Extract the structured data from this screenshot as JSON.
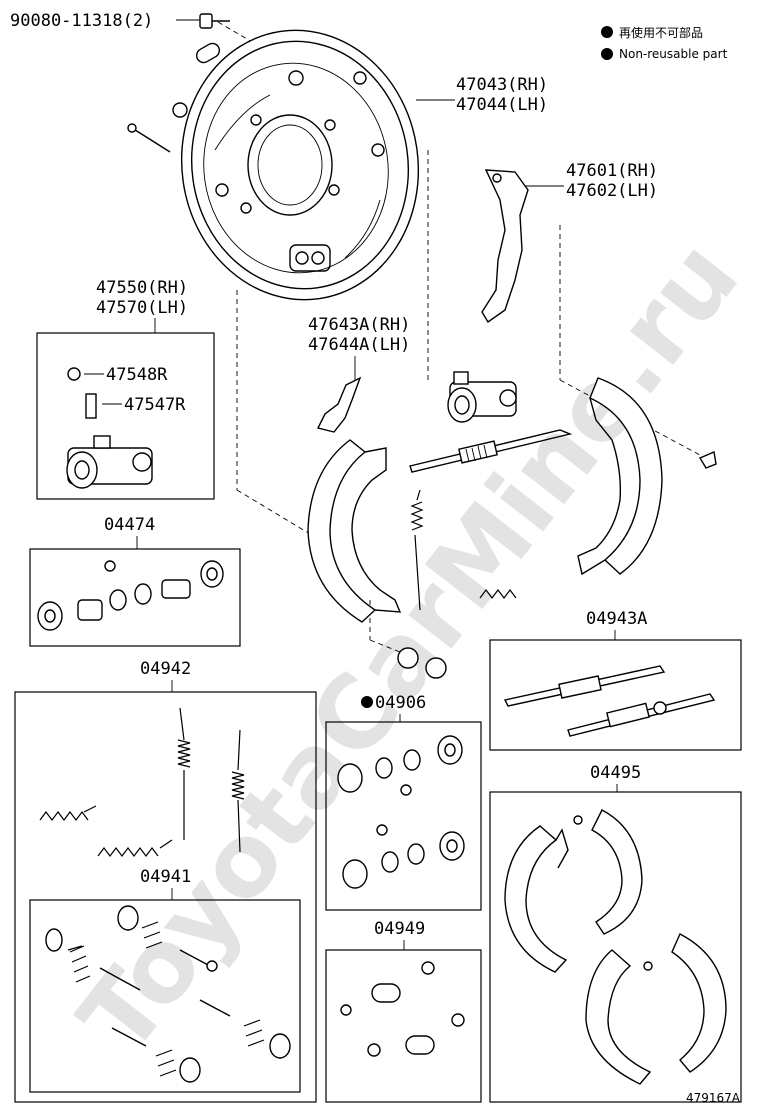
{
  "watermark": "ToyotaCarMine.ru",
  "legend": {
    "reusable_jp": "再使用不可部品",
    "reusable_en": "Non-reusable part"
  },
  "parts": {
    "bolt": "90080-11318(2)",
    "backing_plate_rh": "47043(RH)",
    "backing_plate_lh": "47044(LH)",
    "strut_rh": "47601(RH)",
    "strut_lh": "47602(LH)",
    "cylinder_rh": "47550(RH)",
    "cylinder_lh": "47570(LH)",
    "bleeder_plug_cap": "47548R",
    "bleeder_plug": "47547R",
    "lever_rh": "47643A(RH)",
    "lever_lh": "47644A(LH)",
    "cup_kit": "04474",
    "adjusting_kit": "04943A",
    "spring_kit": "04942",
    "repair_kit": "04906",
    "shoe_kit": "04495",
    "hold_kit": "04941",
    "misc_kit": "04949"
  },
  "figure_id": "479167A"
}
